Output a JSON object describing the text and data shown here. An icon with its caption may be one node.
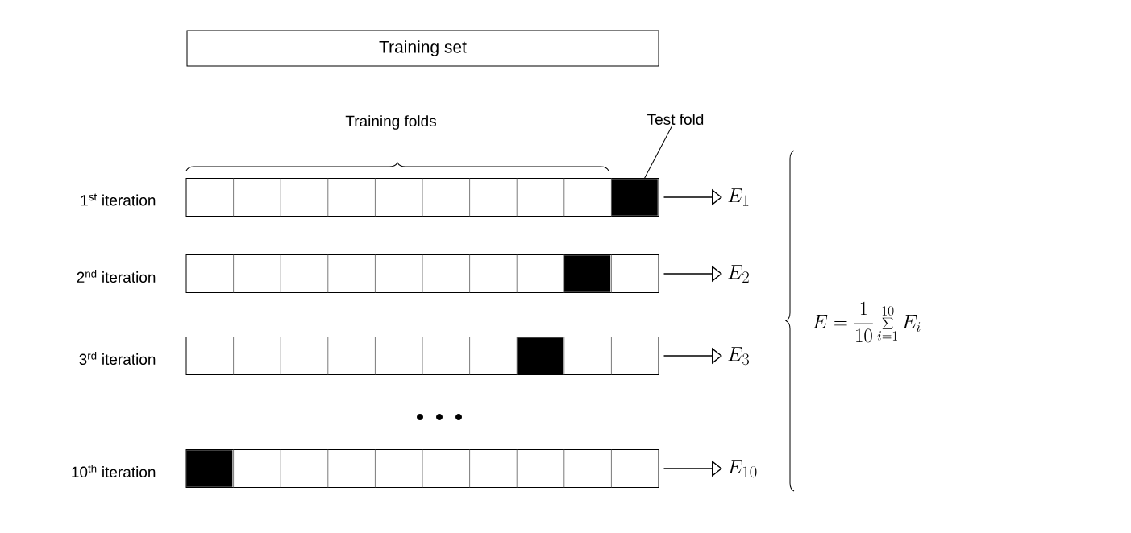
{
  "diagram": {
    "nodes": [
      {
        "text": [
          "Training set"
        ]
      },
      {
        "text": [
          "Test fold"
        ]
      },
      {
        "text": [],
        "shape": "bar",
        "beside": [
          "1$^{st}$ iteration"
        ]
      },
      {
        "text": [],
        "shape": "box",
        "in": 2
      },
      {
        "text": [
          "E_{1}"
        ]
      },
      {
        "text": [],
        "shape": "bar",
        "beside": [
          "2$^{nd}$ iteration"
        ]
      },
      {
        "text": [],
        "shape": "box",
        "in": 5
      },
      {
        "text": [
          "E_{2}"
        ]
      },
      {
        "text": [],
        "shape": "bar",
        "beside": [
          "3$^{rd}$ iteration"
        ]
      },
      {
        "text": [],
        "shape": "box",
        "in": 8
      },
      {
        "text": [
          "E_{3}"
        ]
      },
      {
        "text": [],
        "shape": "bar",
        "beside": [
          "10$^{th}$ iteration"
        ]
      },
      {
        "text": [],
        "shape": "box",
        "in": 11
      },
      {
        "text": [
          "E_{10}"
        ]
      }
    ],
    "edges": [
      {
        "from": 1,
        "to": 3,
        "arrow": "none"
      },
      {
        "from": 2,
        "to": 4,
        "arrow": "to"
      },
      {
        "from": 5,
        "to": 7,
        "arrow": "to"
      },
      {
        "from": 8,
        "to": 10,
        "arrow": "to"
      },
      {
        "from": 11,
        "to": 13,
        "arrow": "to"
      }
    ],
    "labels": [
      "Training folds",
      "E = \\frac{1}{10}\\sum_{i=1}^{10} E_i"
    ]
  }
}
